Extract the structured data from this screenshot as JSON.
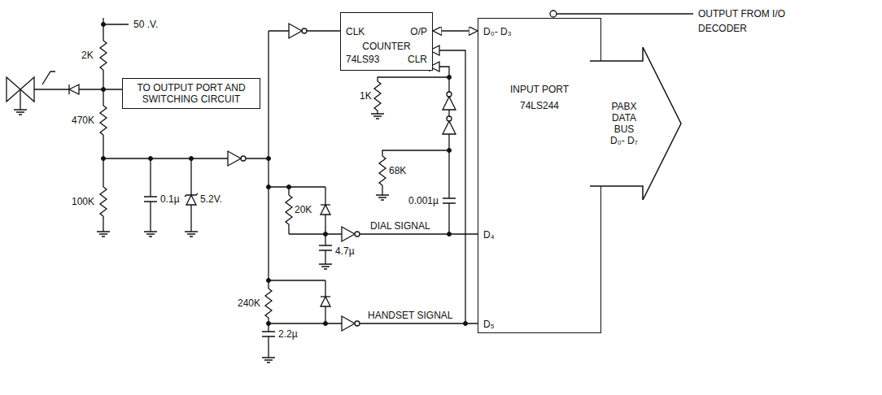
{
  "diagram": {
    "nodes": [
      {
        "text": [
          "TO OUTPUT PORT AND SWITCHING CIRCUIT"
        ]
      },
      {
        "text": [
          "CLK",
          "O/P",
          "COUNTER",
          "74LS93",
          "CLR"
        ]
      },
      {
        "text": [
          "D₀- D₃",
          "INPUT PORT",
          "74LS244",
          "D₄",
          "D₅"
        ]
      },
      {
        "text": [
          "PABX DATA BUS D₀- D₇"
        ]
      }
    ],
    "edges": [
      {
        "from": 1,
        "to": 2,
        "arrow": "both"
      }
    ],
    "labels": [
      "50 .V.",
      "2K",
      "470K",
      "100K",
      "0.1µ",
      "5.2V.",
      "20K",
      "68K",
      "1K",
      "0.001µ",
      "4.7µ",
      "DIAL SIGNAL",
      "240K",
      "2.2µ",
      "HANDSET SIGNAL",
      "OUTPUT FROM I/O DECODER"
    ]
  }
}
